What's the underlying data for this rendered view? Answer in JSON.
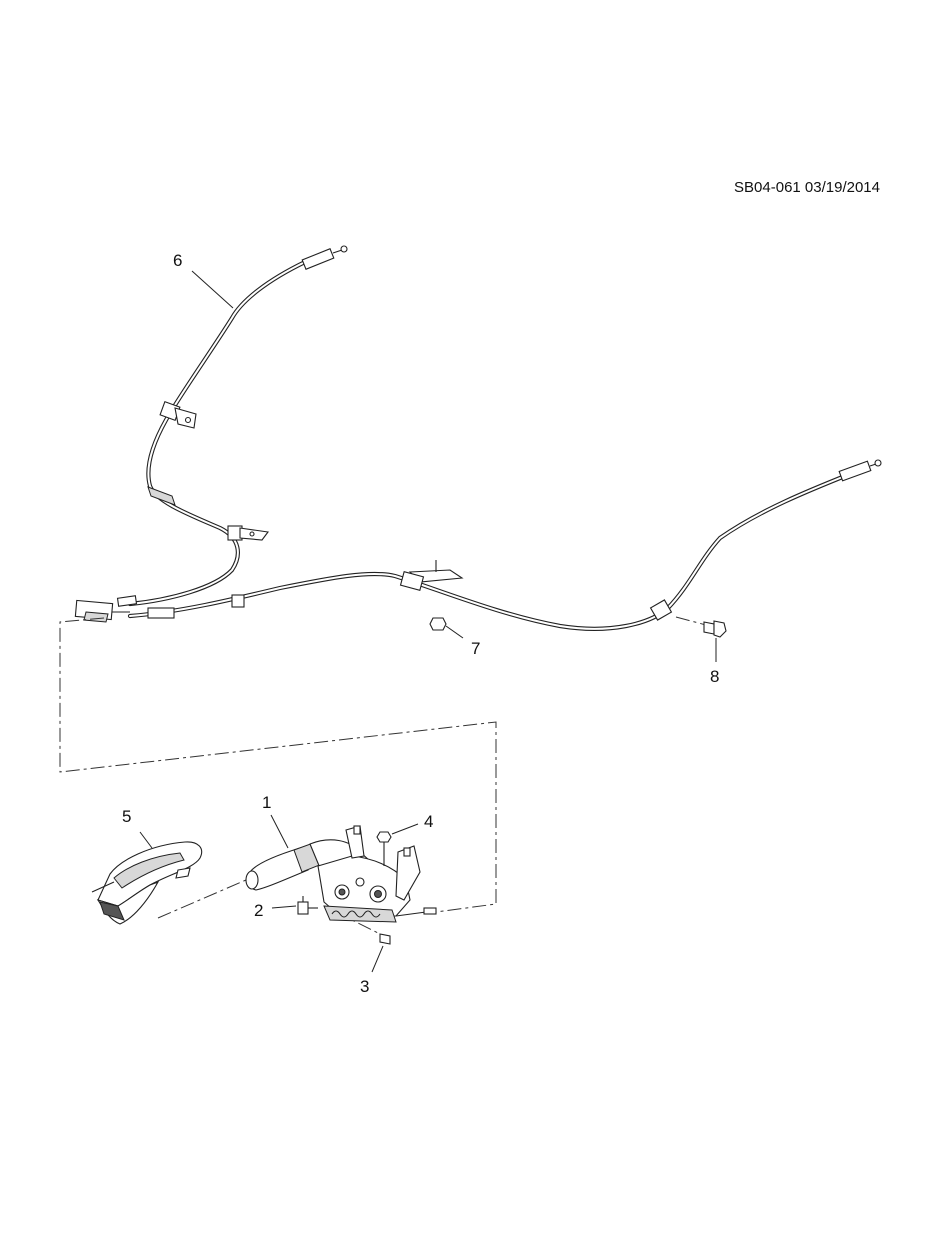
{
  "document_code": "SB04-061 03/19/2014",
  "callouts": [
    {
      "id": "1",
      "label": "1"
    },
    {
      "id": "2",
      "label": "2"
    },
    {
      "id": "3",
      "label": "3"
    },
    {
      "id": "4",
      "label": "4"
    },
    {
      "id": "5",
      "label": "5"
    },
    {
      "id": "6",
      "label": "6"
    },
    {
      "id": "7",
      "label": "7"
    },
    {
      "id": "8",
      "label": "8"
    }
  ]
}
